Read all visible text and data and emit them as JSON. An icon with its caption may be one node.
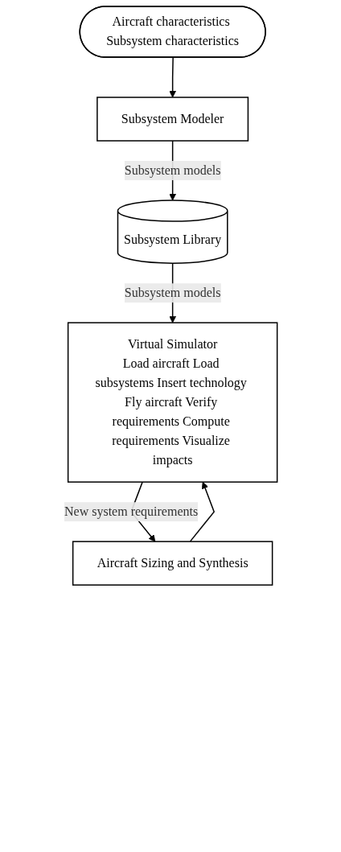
{
  "diagram": {
    "nodes": [
      {
        "text": [
          "Aircraft characteristics Subsystem characteristics"
        ]
      },
      {
        "text": [
          "Subsystem Modeler"
        ]
      },
      {
        "text": [
          "Subsystem Library"
        ]
      },
      {
        "text": [
          "Virtual Simulator",
          "Load aircraft Load subsystems Insert technology Fly aircraft Verify requirements Compute requirements Visualize impacts"
        ]
      },
      {
        "text": [
          "Aircraft Sizing and Synthesis"
        ]
      }
    ],
    "edges": [
      {
        "from": 0,
        "to": 1,
        "arrow": "to"
      },
      {
        "from": 1,
        "to": 2,
        "arrow": "to",
        "label": "Subsystem models"
      },
      {
        "from": 2,
        "to": 3,
        "arrow": "to",
        "label": "Subsystem models"
      },
      {
        "from": 4,
        "to": 3,
        "arrow": "to"
      },
      {
        "from": 3,
        "to": 4,
        "arrow": "to",
        "label": "New system requirements"
      }
    ]
  }
}
